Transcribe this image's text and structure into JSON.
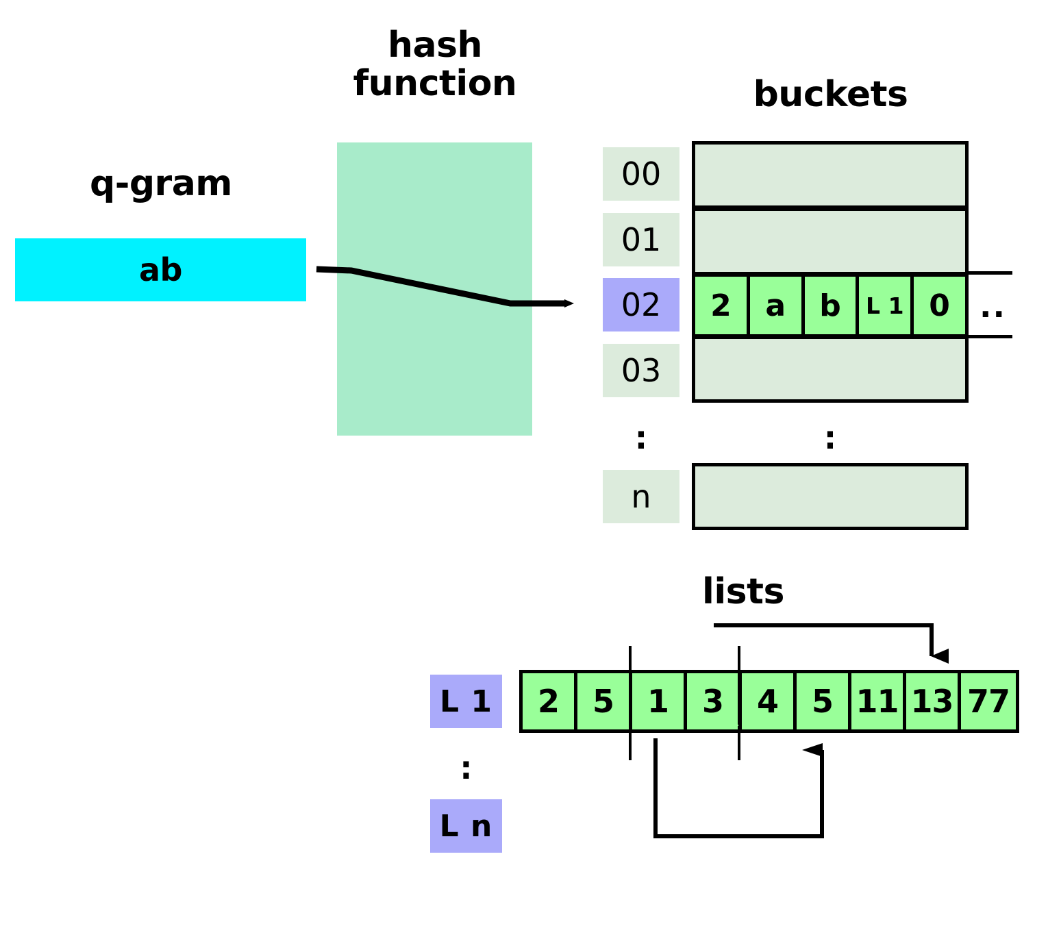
{
  "diagram": {
    "title_qgram": "q-gram",
    "title_hash": "hash\nfunction",
    "title_hash_line1": "hash",
    "title_hash_line2": "function",
    "title_buckets": "buckets",
    "title_lists": "lists",
    "vertical_ellipsis": ":"
  },
  "qgram": {
    "value": "ab"
  },
  "buckets": {
    "indices": [
      "00",
      "01",
      "02",
      "03",
      "n"
    ],
    "selected_index": "02",
    "ellipsis": ":",
    "overflow_marker": "..",
    "filled_row_index": "02",
    "filled_row_cells": [
      {
        "text": "2",
        "size": "normal"
      },
      {
        "text": "a",
        "size": "normal"
      },
      {
        "text": "b",
        "size": "normal"
      },
      {
        "text": "L 1",
        "size": "small"
      },
      {
        "text": "0",
        "size": "normal"
      }
    ]
  },
  "lists": {
    "labels": [
      "L 1",
      "L n"
    ],
    "ellipsis": ":",
    "values": [
      "2",
      "5",
      "1",
      "3",
      "4",
      "5",
      "11",
      "13",
      "77"
    ]
  },
  "colors": {
    "qgram_fill": "#00f2ff",
    "hash_fill": "#a8ebca",
    "bucket_empty_fill": "#dcebdc",
    "bucket_filled_fill": "#99ff99",
    "highlight_fill": "#aaaafa",
    "stroke": "#000000",
    "background": "#ffffff"
  }
}
